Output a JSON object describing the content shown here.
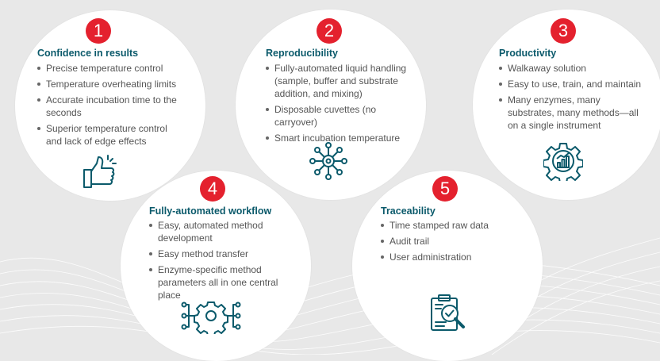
{
  "colors": {
    "background": "#e8e8e8",
    "circle": "#ffffff",
    "badge": "#e4212e",
    "title": "#0b5a6b",
    "icon": "#0b5a6b",
    "text": "#555555"
  },
  "features": [
    {
      "number": "1",
      "title": "Confidence in results",
      "bullets": [
        "Precise temperature control",
        "Temperature overheating limits",
        "Accurate incubation time to the seconds",
        "Superior temperature control and lack of edge effects"
      ],
      "icon": "thumbs-up-icon"
    },
    {
      "number": "2",
      "title": "Reproducibility",
      "bullets": [
        "Fully-automated liquid handling (sample, buffer and substrate addition, and mixing)",
        "Disposable cuvettes (no carryover)",
        "Smart incubation temperature"
      ],
      "icon": "network-hub-icon"
    },
    {
      "number": "3",
      "title": "Productivity",
      "bullets": [
        "Walkaway solution",
        "Easy to use, train, and maintain",
        "Many enzymes, many substrates, many methods—all on a single instrument"
      ],
      "icon": "gear-chart-icon"
    },
    {
      "number": "4",
      "title": "Fully-automated workflow",
      "bullets": [
        "Easy, automated method development",
        "Easy method transfer",
        "Enzyme-specific method parameters all in one central place"
      ],
      "icon": "gear-workflow-icon"
    },
    {
      "number": "5",
      "title": "Traceability",
      "bullets": [
        "Time stamped raw data",
        "Audit trail",
        "User administration"
      ],
      "icon": "clipboard-search-icon"
    }
  ]
}
